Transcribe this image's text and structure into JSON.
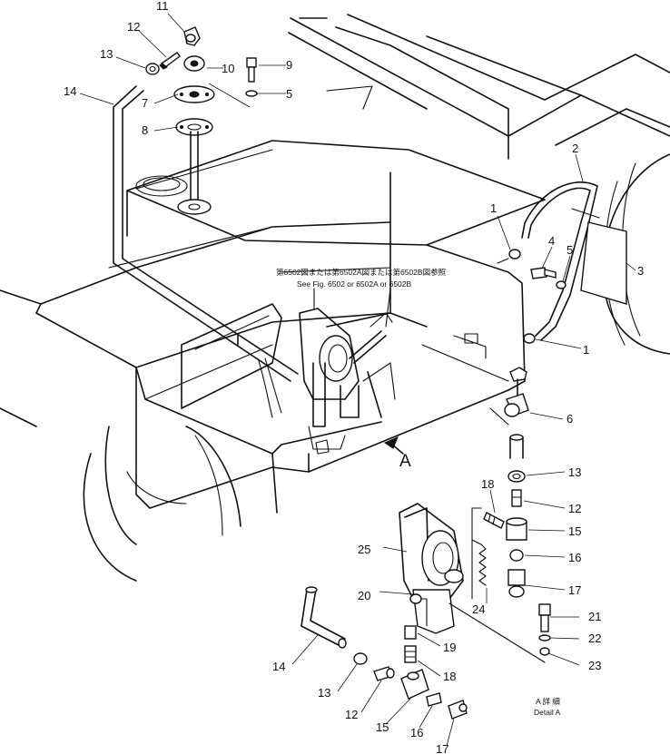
{
  "callouts": {
    "c1a": "1",
    "c1b": "1",
    "c2": "2",
    "c3": "3",
    "c4": "4",
    "c5a": "5",
    "c5b": "5",
    "c6": "6",
    "c7": "7",
    "c8": "8",
    "c9": "9",
    "c10": "10",
    "c11": "11",
    "c12a": "12",
    "c12b": "12",
    "c12c": "12",
    "c13a": "13",
    "c13b": "13",
    "c13c": "13",
    "c14a": "14",
    "c14b": "14",
    "c15a": "15",
    "c15b": "15",
    "c16a": "16",
    "c16b": "16",
    "c17a": "17",
    "c17b": "17",
    "c18a": "18",
    "c18b": "18",
    "c19": "19",
    "c20": "20",
    "c21": "21",
    "c22": "22",
    "c23": "23",
    "c24": "24",
    "c25": "25"
  },
  "reference_note": {
    "line1": "第6502図または第6502A図または第6502B図参照",
    "line2": "See Fig. 6502 or 6502A or 6502B"
  },
  "view_marker": "A",
  "detail_caption": {
    "line1": "A 詳 細",
    "line2": "Detail A"
  }
}
